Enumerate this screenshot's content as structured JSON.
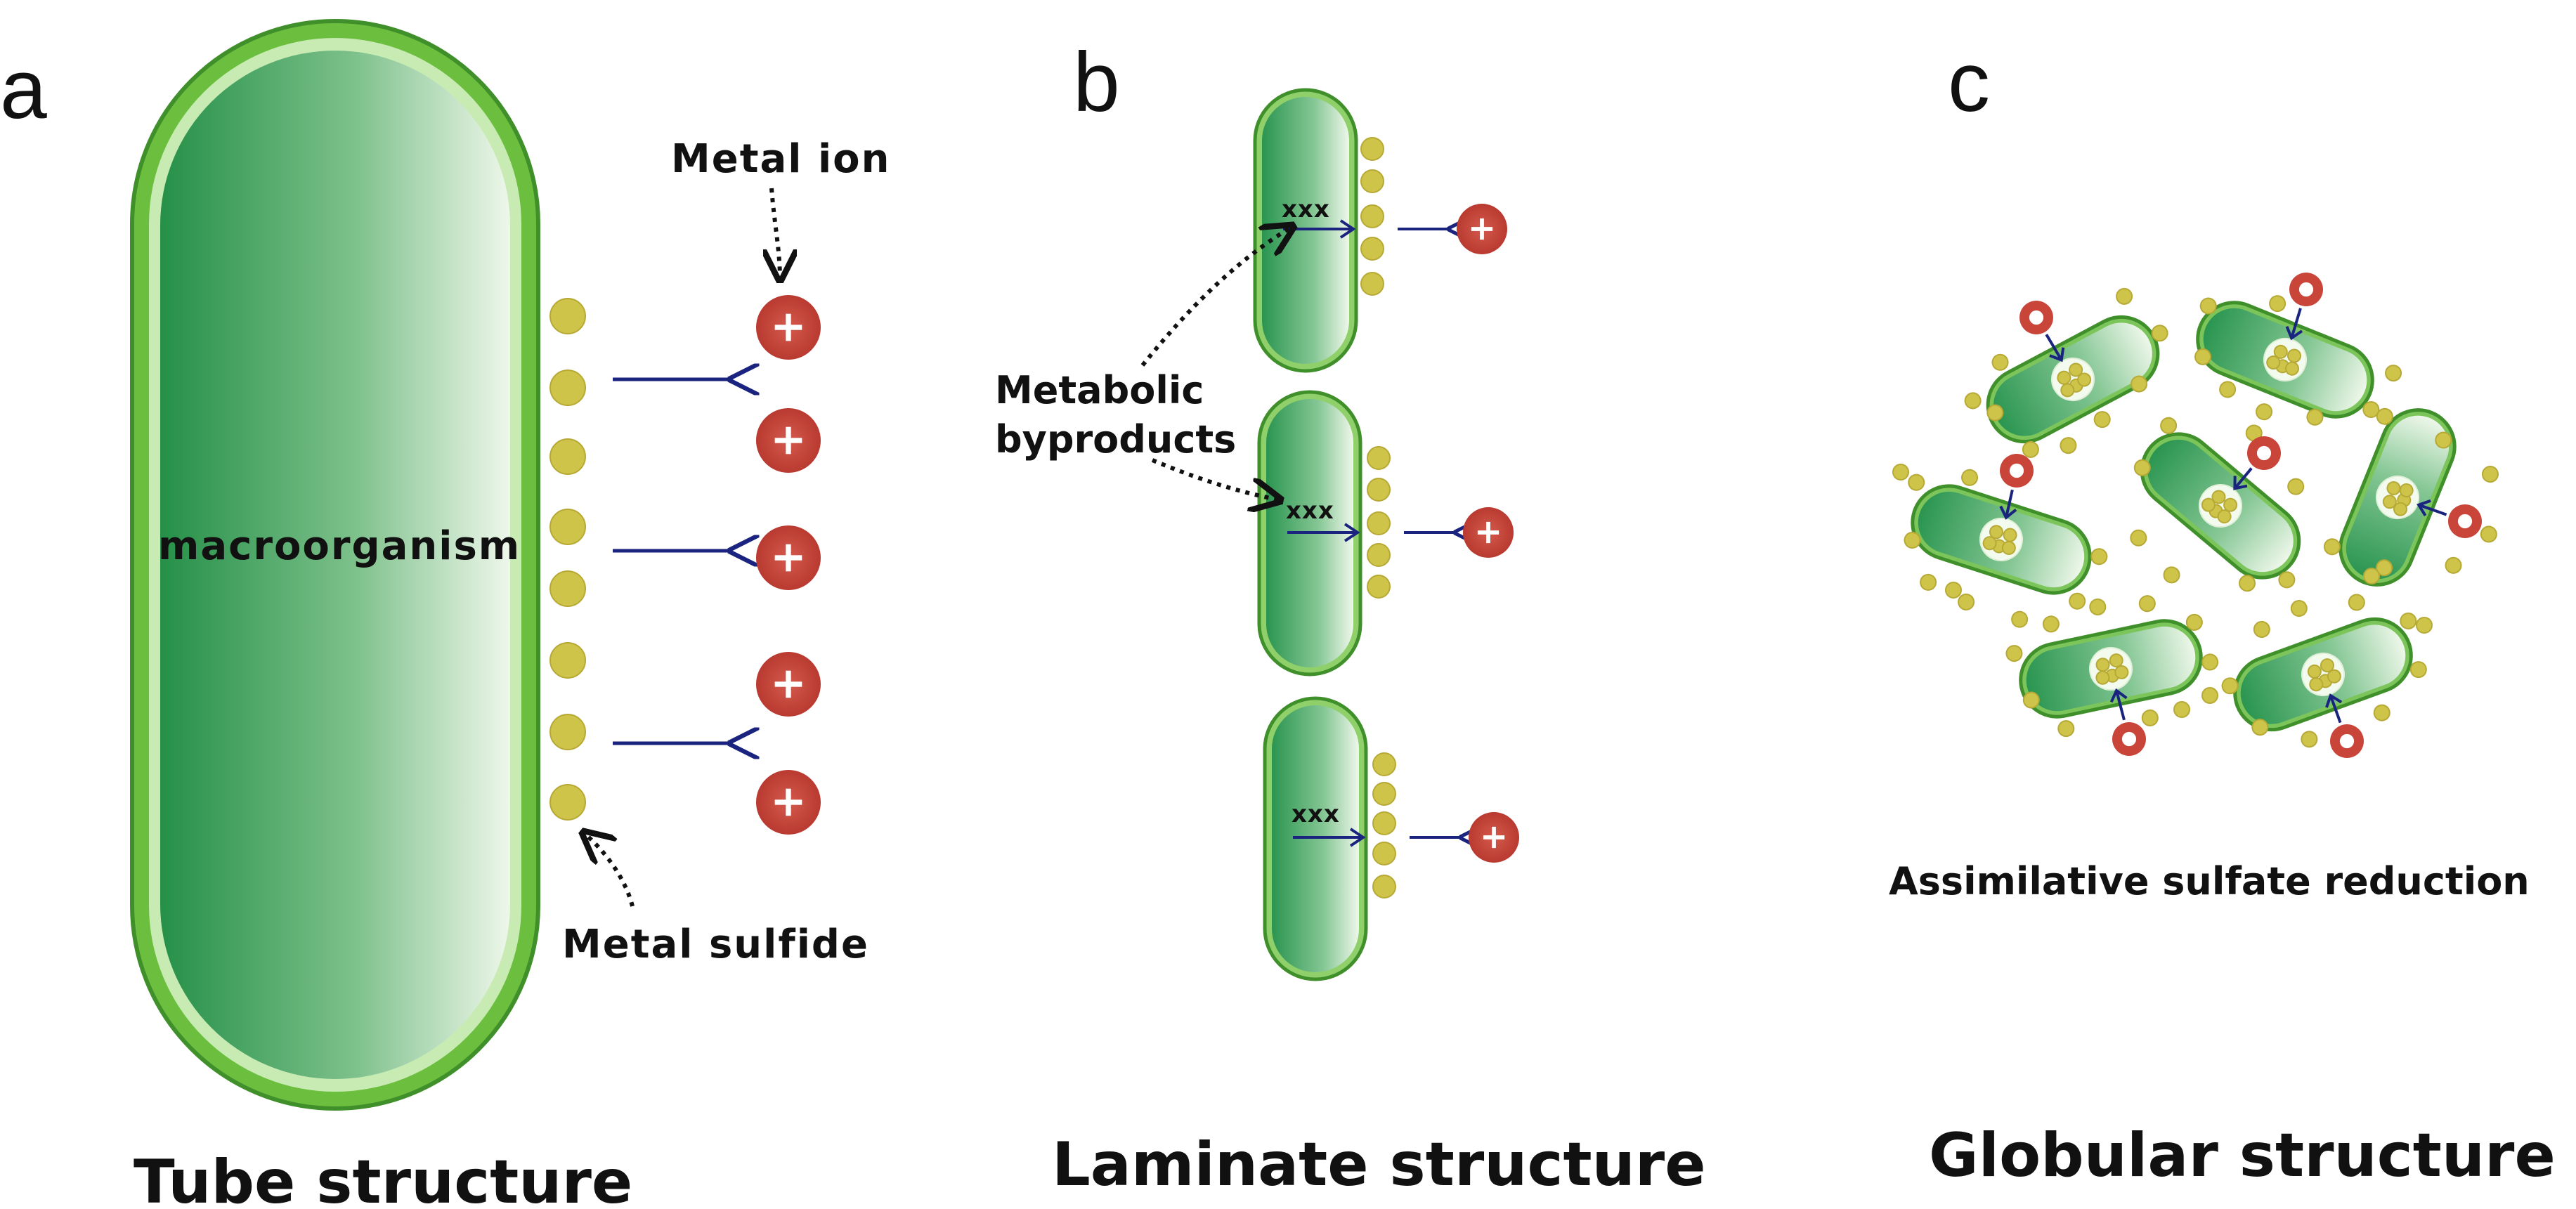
{
  "panels": {
    "a": {
      "letter": "a",
      "title": "Tube structure",
      "cell_label": "macroorganism",
      "metal_ion_label": "Metal  ion",
      "metal_sulfide_label": "Metal  sulfide"
    },
    "b": {
      "letter": "b",
      "title": "Laminate structure",
      "metabolic_label_line1": "Metabolic",
      "metabolic_label_line2": "byproducts",
      "byproduct_marker": "xxx"
    },
    "c": {
      "letter": "c",
      "title": "Globular  structure",
      "caption": "Assimilative sulfate reduction"
    }
  },
  "colors": {
    "cell_outline": "#4fa53a",
    "cell_fill_dark": "#2e9a52",
    "cell_fill_light": "#e6f3e2",
    "membrane_outer": "#7cc94a",
    "sulfide": "#cfc44a",
    "ion": "#c9453a",
    "arrow": "#1a237e",
    "pointer": "#111111"
  },
  "icons": {
    "metal_ion": "plus-circle-icon",
    "metal_sulfide": "yellow-dot-icon",
    "arrow": "arrow-left-icon"
  }
}
